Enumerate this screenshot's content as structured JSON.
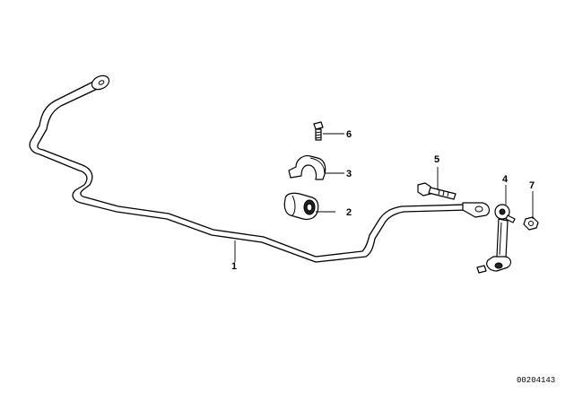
{
  "callouts": {
    "c1": "1",
    "c2": "2",
    "c3": "3",
    "c4": "4",
    "c5": "5",
    "c6": "6",
    "c7": "7"
  },
  "document_number": "00204143",
  "colors": {
    "line": "#000000",
    "background": "#ffffff"
  }
}
